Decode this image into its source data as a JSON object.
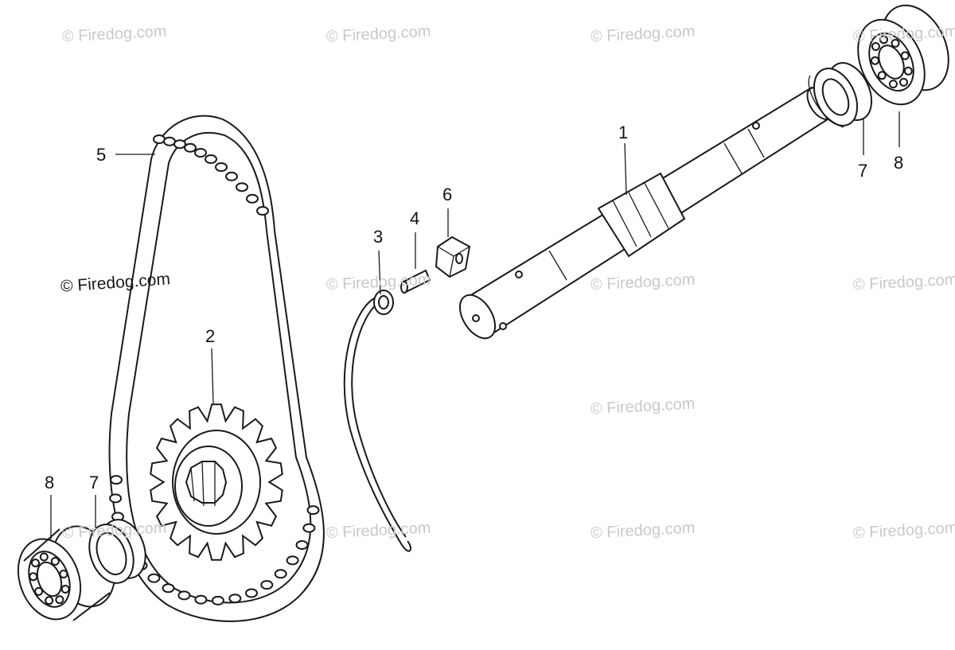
{
  "watermarks": [
    "© Firedog.com",
    "© Firedog.com",
    "© Firedog.com",
    "© Firedog.com",
    "© Firedog.com",
    "© Firedog.com",
    "© Firedog.com",
    "© Firedog.com",
    "© Firedog.com",
    "© Firedog.com",
    "© Firedog.com",
    "© Firedog.com"
  ],
  "watermark_main": "© Firedog.com",
  "callouts": [
    "1",
    "2",
    "3",
    "4",
    "5",
    "6",
    "7",
    "8",
    "7",
    "8"
  ],
  "colors": {
    "ink": "#1a1a1a",
    "watermark": "#c9c9c9",
    "background": "#ffffff"
  }
}
